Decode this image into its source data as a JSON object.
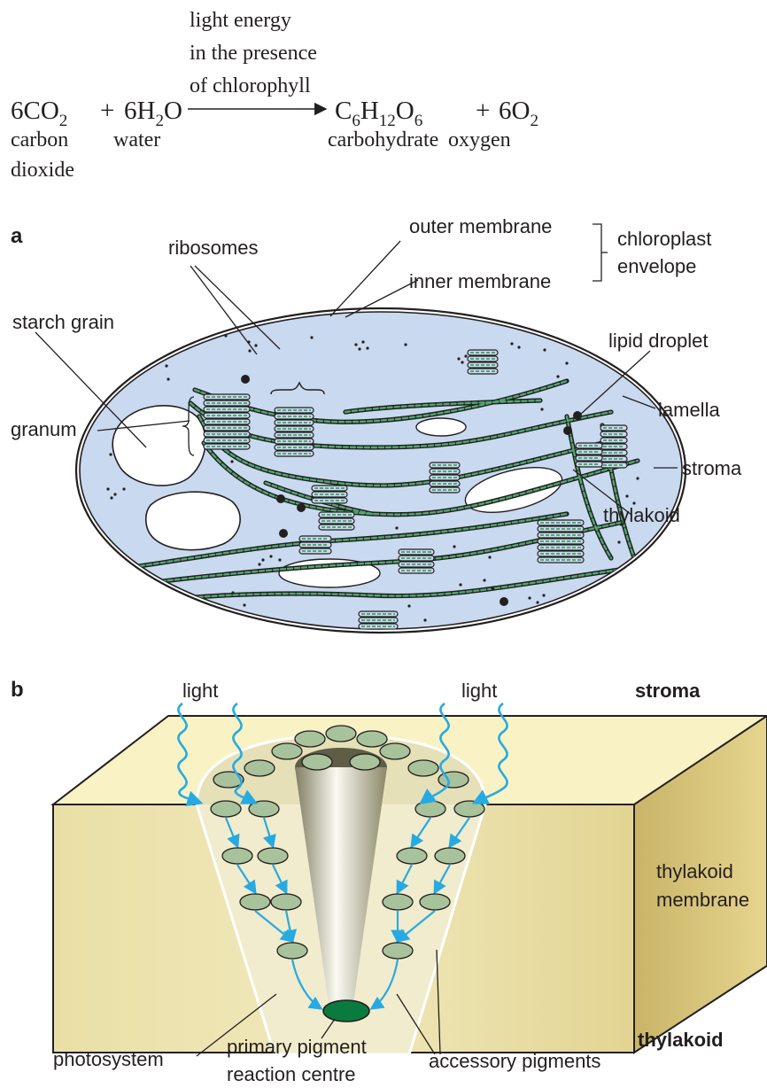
{
  "equation": {
    "condition_line1": "light energy",
    "condition_line2": "in the presence",
    "condition_line3": "of chlorophyll",
    "reactant1": {
      "coef": "6",
      "main": "CO",
      "sub": "2",
      "label_line1": "carbon",
      "label_line2": "dioxide"
    },
    "plus1": "+",
    "reactant2": {
      "coef": "6",
      "h": "H",
      "sub": "2",
      "o": "O",
      "label": "water"
    },
    "product1": {
      "c": "C",
      "sub_c": "6",
      "h": "H",
      "sub_h": "12",
      "o": "O",
      "sub_o": "6",
      "label": "carbohydrate"
    },
    "plus2": "+",
    "product2": {
      "coef": "6",
      "main": "O",
      "sub": "2",
      "label": "oxygen"
    }
  },
  "panel_a": {
    "letter": "a",
    "labels": {
      "ribosomes": "ribosomes",
      "outer_membrane": "outer membrane",
      "inner_membrane": "inner membrane",
      "envelope_line1": "chloroplast",
      "envelope_line2": "envelope",
      "starch_grain": "starch grain",
      "lipid_droplet": "lipid droplet",
      "stroma": "stroma",
      "lamella": "lamella",
      "granum": "granum",
      "thylakoid": "thylakoid"
    },
    "colors": {
      "stroma_fill": "#c9d9ef",
      "membrane_green": "#4fa86f",
      "outline": "#231f20"
    }
  },
  "panel_b": {
    "letter": "b",
    "labels": {
      "light_left": "light",
      "light_right": "light",
      "stroma": "stroma",
      "membrane_line1": "thylakoid",
      "membrane_line2": "membrane",
      "thylakoid": "thylakoid",
      "photosystem": "photosystem",
      "primary_line1": "primary pigment",
      "primary_line2": "reaction centre",
      "accessory": "accessory pigments"
    },
    "colors": {
      "membrane_top": "#f9f2c4",
      "membrane_front": "#e6d999",
      "arrow": "#27aae1",
      "pigment": "#a8c39c",
      "reaction_centre": "#0b7a3f"
    }
  }
}
